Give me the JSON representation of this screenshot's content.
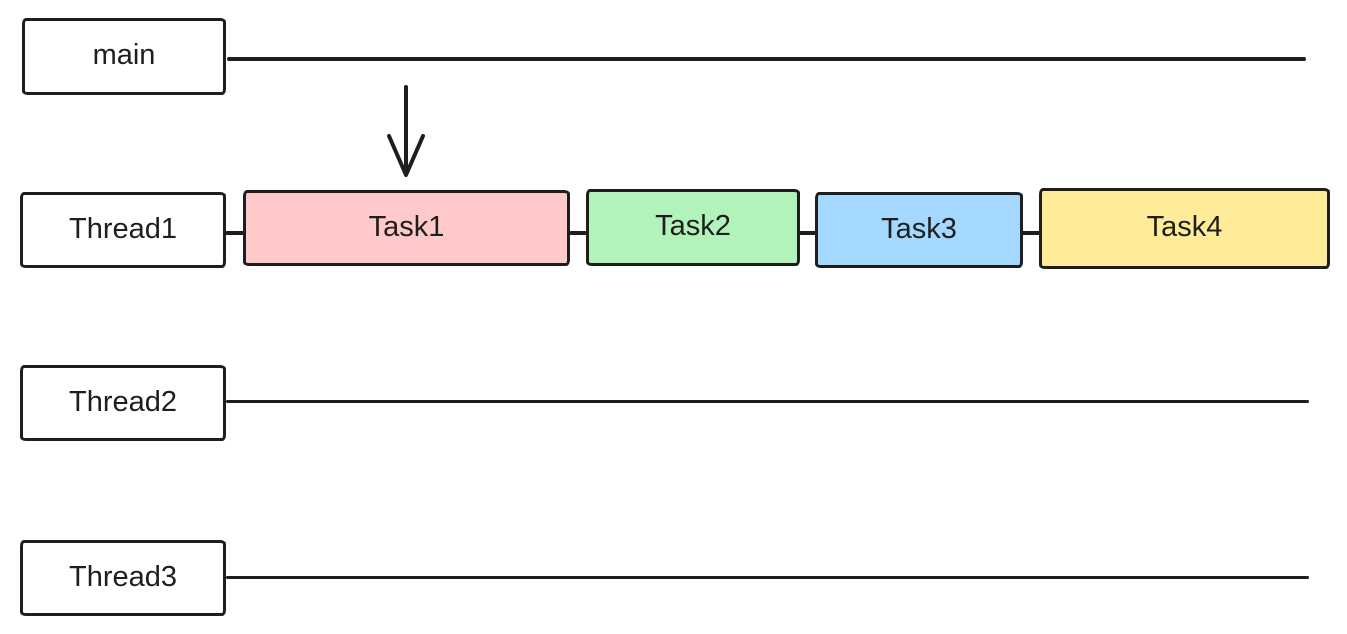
{
  "canvas": {
    "background": "#ffffff",
    "stroke_color": "#1e1e1e"
  },
  "main": {
    "label": "main"
  },
  "threads": [
    {
      "label": "Thread1"
    },
    {
      "label": "Thread2"
    },
    {
      "label": "Thread3"
    }
  ],
  "tasks": [
    {
      "label": "Task1",
      "fill": "#ffc9c9"
    },
    {
      "label": "Task2",
      "fill": "#b2f2bb"
    },
    {
      "label": "Task3",
      "fill": "#a5d8ff"
    },
    {
      "label": "Task4",
      "fill": "#ffec99"
    }
  ]
}
